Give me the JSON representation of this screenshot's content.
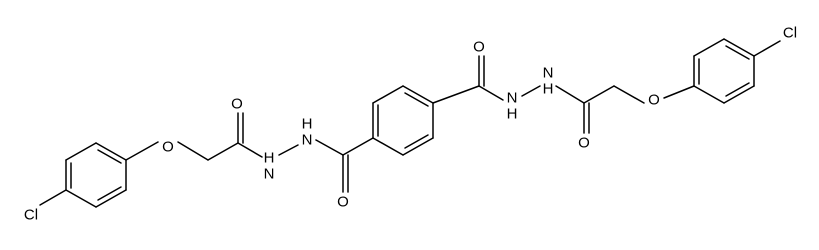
{
  "structure": {
    "labels": {
      "cl_left": "Cl",
      "o_ether_left": "O",
      "o_carbonyl_left": "O",
      "nh_left_outer": "H\nN",
      "nh_left_inner": "H\nN",
      "o_carbonyl_center_left": "O",
      "o_carbonyl_center_right": "O",
      "nh_right_inner": "N\nH",
      "nh_right_outer": "N\nH",
      "o_carbonyl_right": "O",
      "o_ether_right": "O",
      "cl_right": "Cl"
    }
  }
}
